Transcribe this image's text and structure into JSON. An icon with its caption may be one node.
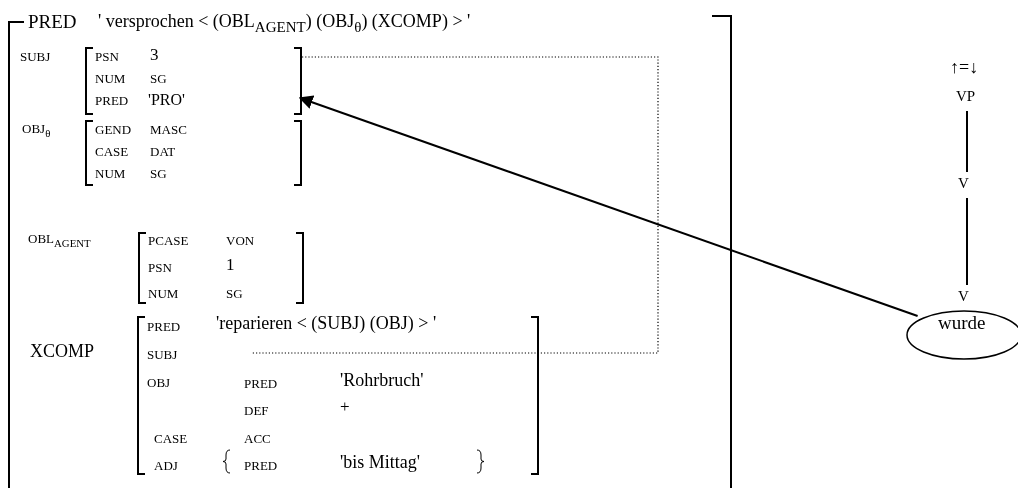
{
  "diagram": {
    "nodes": [
      {
        "text": [
          "PRED",
          "' versprochen < (OBL$_{AGENT}$) (OBJ$_{θ}$) (XCOMP) > '",
          "SUBJ",
          "OBJ$_{θ}$",
          "OBL$_{AGENT}$",
          "XCOMP"
        ]
      },
      {
        "text": [
          "PSN",
          "3",
          "NUM",
          "SG",
          "PRED",
          "'PRO'"
        ],
        "in": 0
      },
      {
        "text": [
          "GEND",
          "MASC",
          "CASE",
          "DAT",
          "NUM",
          "SG"
        ],
        "in": 0
      },
      {
        "text": [
          "PCASE",
          "VON",
          "PSN",
          "1",
          "NUM",
          "SG"
        ],
        "in": 0
      },
      {
        "text": [
          "PRED",
          "'reparieren < (SUBJ) (OBJ) > '",
          "SUBJ",
          "OBJ",
          "PRED",
          "'Rohrbruch'",
          "DEF",
          "+",
          "CASE",
          "ACC",
          "ADJ",
          "PRED",
          "'bis Mittag'"
        ],
        "in": 0
      },
      {
        "text": [
          "VP"
        ],
        "beside": [
          "↑=↓"
        ]
      },
      {
        "text": [
          "V"
        ]
      },
      {
        "text": [
          "V"
        ]
      },
      {
        "text": [
          "wurde"
        ]
      }
    ],
    "edges": [
      {
        "from": 1,
        "to": 4,
        "arrow": "none",
        "style": "dashed"
      },
      {
        "from": 5,
        "to": 6,
        "arrow": "none"
      },
      {
        "from": 6,
        "to": 7,
        "arrow": "none"
      },
      {
        "from": 8,
        "to": 1,
        "arrow": "to"
      }
    ]
  }
}
